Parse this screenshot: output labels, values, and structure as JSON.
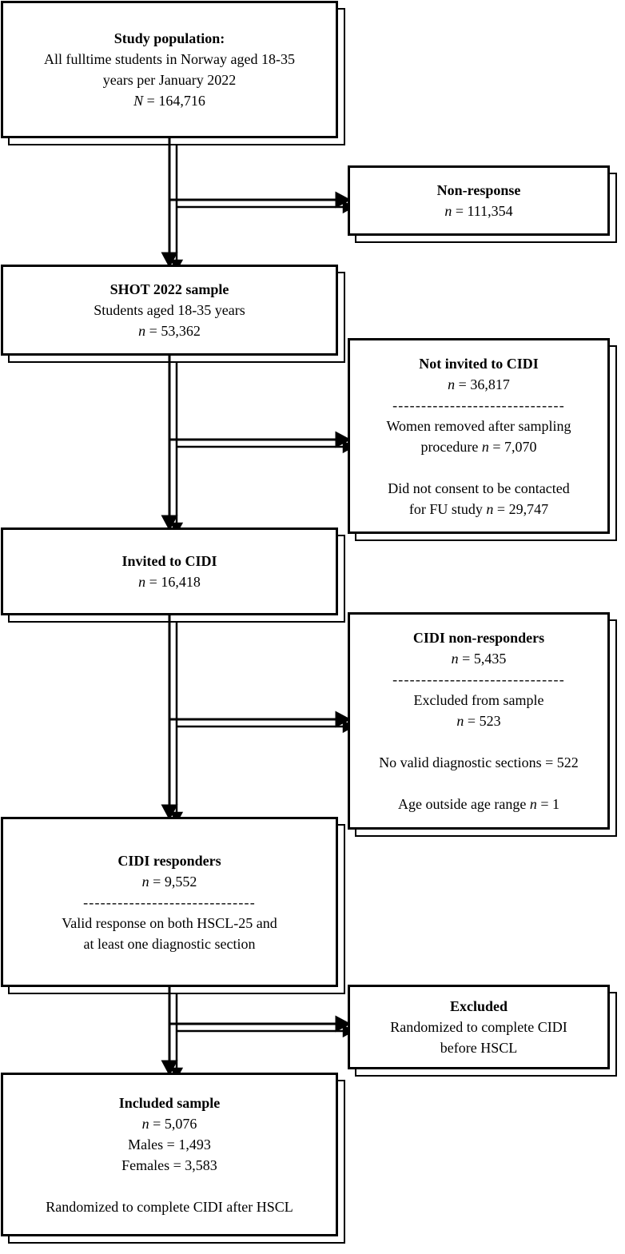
{
  "colors": {
    "ink": "#000000",
    "paper": "#ffffff"
  },
  "boxes": [
    {
      "id": "study-population",
      "title": "Study population:",
      "lines": [
        "All fulltime students in Norway aged 18-35",
        "years per January 2022",
        "N = 164,716"
      ]
    },
    {
      "id": "non-response",
      "title": "Non-response",
      "lines": [
        "n = 111,354"
      ]
    },
    {
      "id": "shot-2022-sample",
      "title": "SHOT 2022 sample",
      "lines": [
        "Students aged 18-35 years",
        "n = 53,362"
      ]
    },
    {
      "id": "not-invited-to-cidi",
      "title": "Not invited to CIDI",
      "lines": [
        "n = 36,817",
        "------------------------------",
        "Women removed after sampling",
        "procedure n = 7,070",
        "",
        "Did not consent to be contacted",
        "for FU study n = 29,747"
      ]
    },
    {
      "id": "invited-to-cidi",
      "title": "Invited to CIDI",
      "lines": [
        "n = 16,418"
      ]
    },
    {
      "id": "cidi-non-responders",
      "title": "CIDI non-responders",
      "lines": [
        "n = 5,435",
        "------------------------------",
        "Excluded from sample",
        "n = 523",
        "",
        "No valid diagnostic sections = 522",
        "",
        "Age outside age range n = 1"
      ]
    },
    {
      "id": "cidi-responders",
      "title": "CIDI responders",
      "lines": [
        "n = 9,552",
        "------------------------------",
        "Valid response on both HSCL-25 and",
        "at least one diagnostic section"
      ]
    },
    {
      "id": "excluded",
      "title": "Excluded",
      "lines": [
        "Randomized to complete CIDI",
        "before HSCL"
      ]
    },
    {
      "id": "included-sample",
      "title": "Included sample",
      "lines": [
        "n = 5,076",
        "Males = 1,493",
        "Females = 3,583",
        "",
        "Randomized to complete CIDI after HSCL"
      ]
    }
  ],
  "edges": [
    {
      "from": "study-population",
      "to": "shot-2022-sample"
    },
    {
      "from": "study-population",
      "to": "non-response"
    },
    {
      "from": "shot-2022-sample",
      "to": "invited-to-cidi"
    },
    {
      "from": "shot-2022-sample",
      "to": "not-invited-to-cidi"
    },
    {
      "from": "invited-to-cidi",
      "to": "cidi-responders"
    },
    {
      "from": "invited-to-cidi",
      "to": "cidi-non-responders"
    },
    {
      "from": "cidi-responders",
      "to": "included-sample"
    },
    {
      "from": "cidi-responders",
      "to": "excluded"
    }
  ]
}
